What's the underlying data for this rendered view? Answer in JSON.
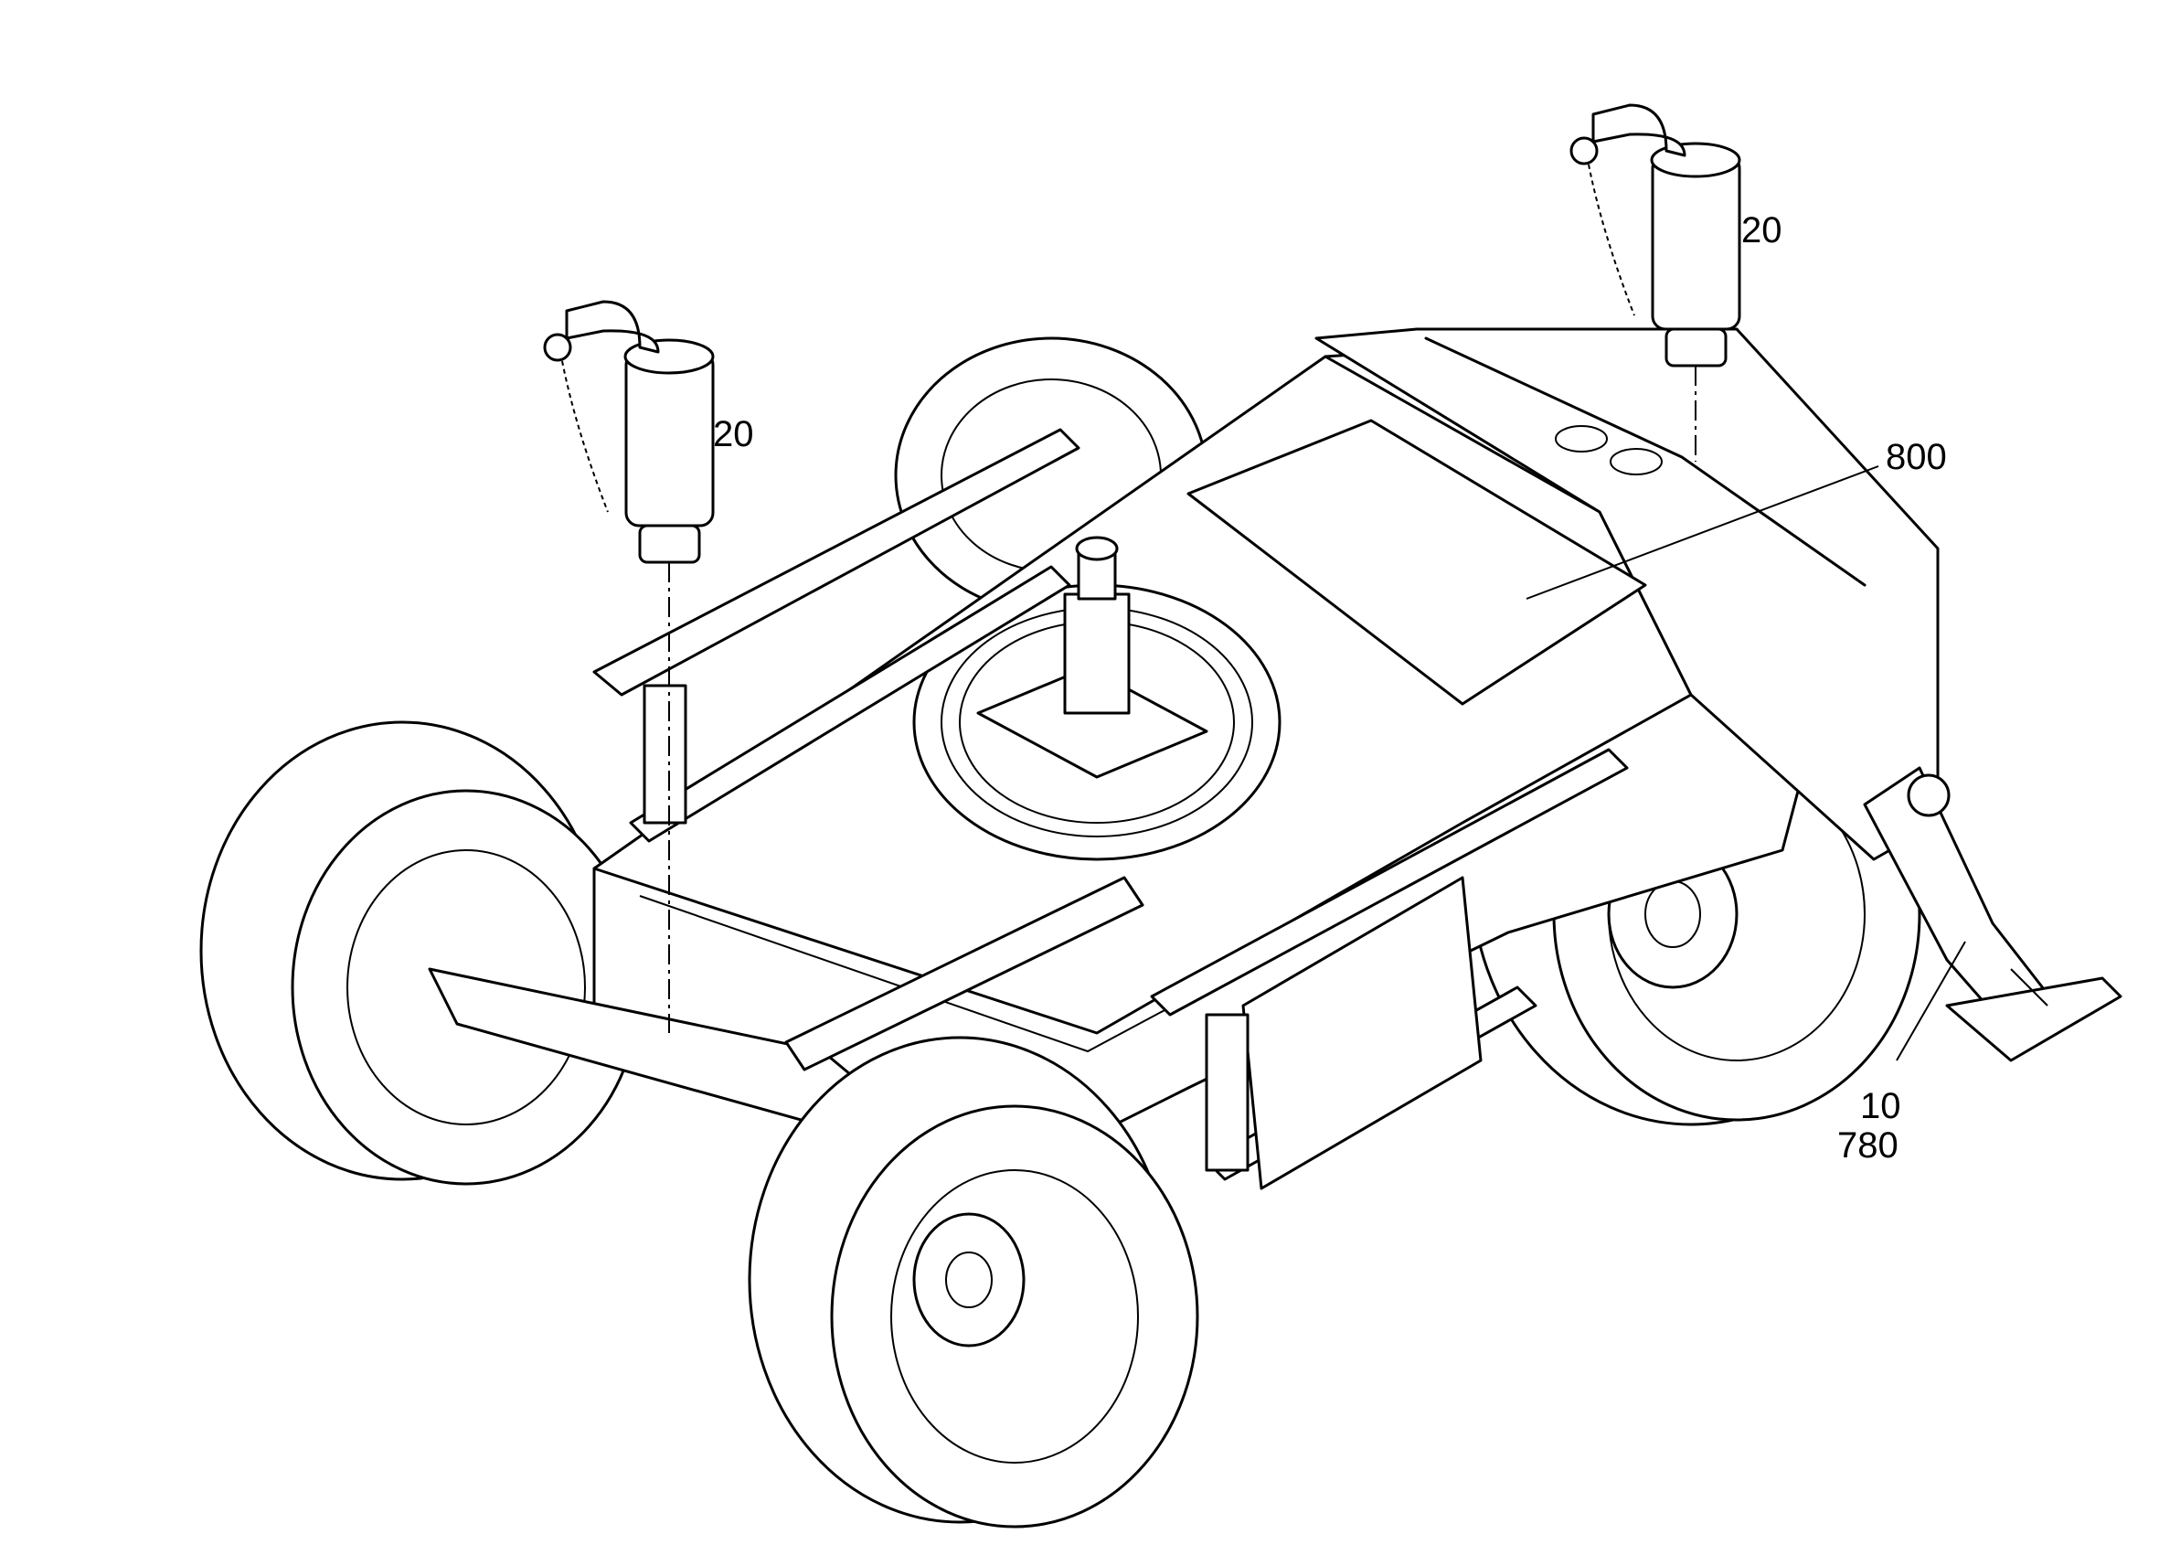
{
  "callouts": {
    "pin_left": "20",
    "pin_right": "20",
    "platform": "800",
    "outrigger_a": "10",
    "outrigger_b": "780"
  },
  "colors": {
    "line": "#000000",
    "background": "#ffffff"
  },
  "icons": [
    "lock-pin-icon",
    "lock-pin-icon"
  ]
}
